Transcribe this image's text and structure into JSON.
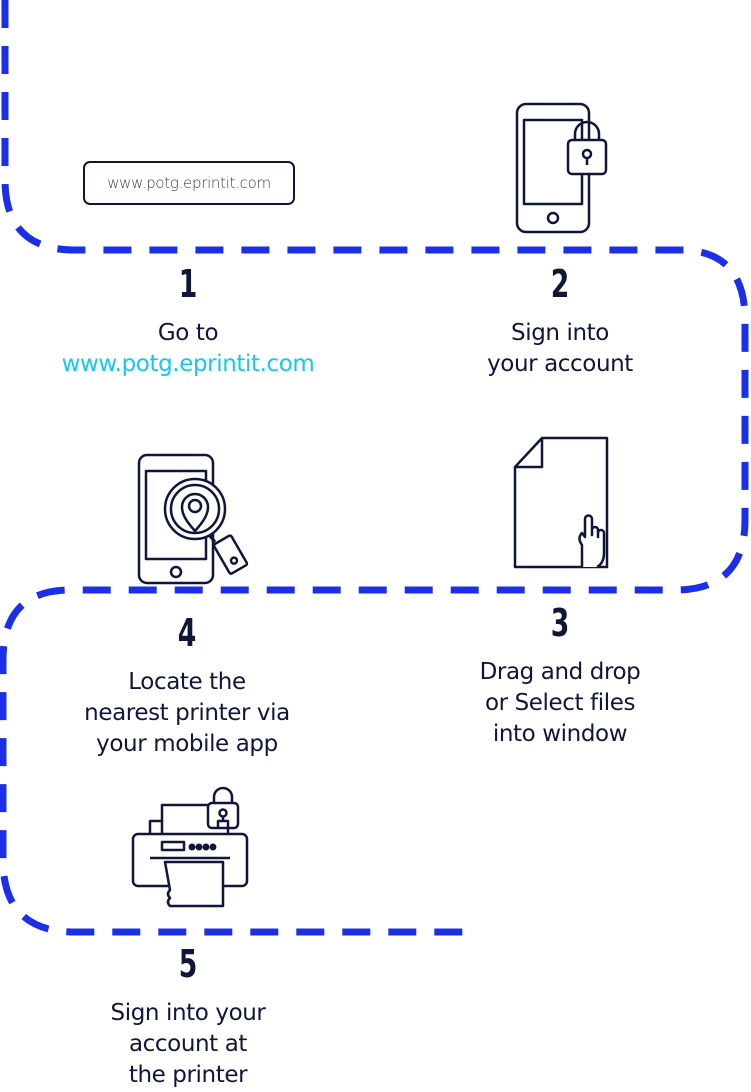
{
  "url_box": {
    "text": "www.potg.eprintit.com"
  },
  "steps": [
    {
      "number": "1",
      "lines": [
        "Go to"
      ],
      "link": "www.potg.eprintit.com"
    },
    {
      "number": "2",
      "lines": [
        "Sign into",
        "your account"
      ]
    },
    {
      "number": "3",
      "lines": [
        "Drag and drop",
        "or Select files",
        "into window"
      ]
    },
    {
      "number": "4",
      "lines": [
        "Locate the",
        "nearest printer via",
        "your mobile app"
      ]
    },
    {
      "number": "5",
      "lines": [
        "Sign into your",
        "account at",
        "the printer"
      ]
    }
  ],
  "icons": {
    "step1": "browser-address-bar",
    "step2": "phone-lock-icon",
    "step3": "document-tap-icon",
    "step4": "phone-map-search-icon",
    "step5": "printer-lock-icon"
  },
  "colors": {
    "dash": "#1b2fe8",
    "ink": "#10163a",
    "link": "#17c7ec"
  }
}
